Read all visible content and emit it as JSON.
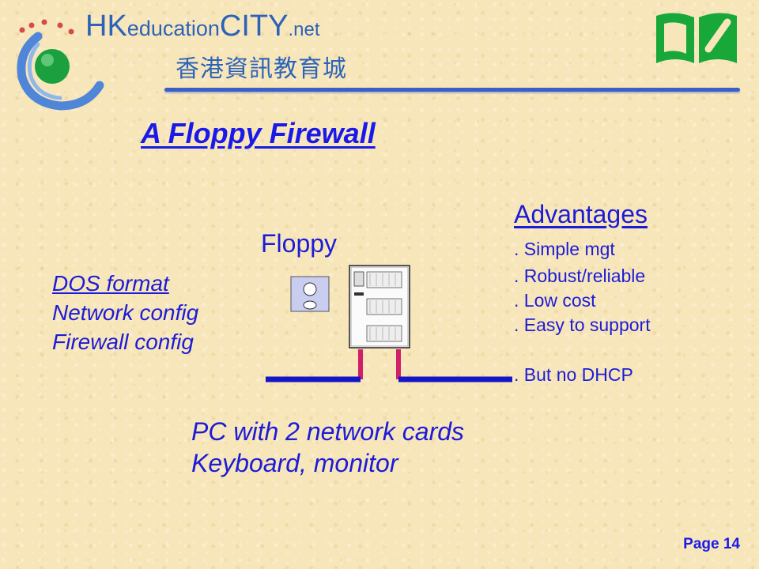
{
  "header": {
    "logo_hk": "HK",
    "logo_education": "education",
    "logo_city": "CITY",
    "logo_net": ".net",
    "logo_chinese": "香港資訊教育城"
  },
  "slide": {
    "title": "A Floppy Firewall",
    "left_items": [
      "DOS format",
      "Network config",
      "Firewall config"
    ],
    "floppy_label": "Floppy",
    "advantages_title": "Advantages",
    "advantages": [
      ". Simple mgt",
      ". Robust/reliable",
      ". Low cost",
      ". Easy to support"
    ],
    "limitation": ". But no DHCP",
    "pc_lines": [
      "PC with 2 network cards",
      "Keyboard, monitor"
    ]
  },
  "footer": {
    "page": "Page 14"
  },
  "colors": {
    "text_blue": "#1c1cd6",
    "rule_blue": "#3a5fc7",
    "network_blue": "#1515c8",
    "link_pink": "#d0206a",
    "logo_green": "#18a83a"
  }
}
